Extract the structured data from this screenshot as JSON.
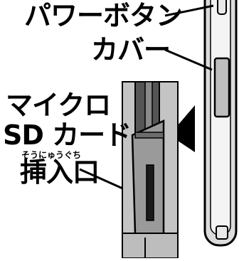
{
  "labels": {
    "power_button": "パワーボタン",
    "cover": "カバー",
    "microsd_line1": "マイクロ",
    "microsd_line2": "SD カード",
    "insertion_slot_ruby": "そうにゅうぐち",
    "insertion_slot": "挿入口"
  }
}
